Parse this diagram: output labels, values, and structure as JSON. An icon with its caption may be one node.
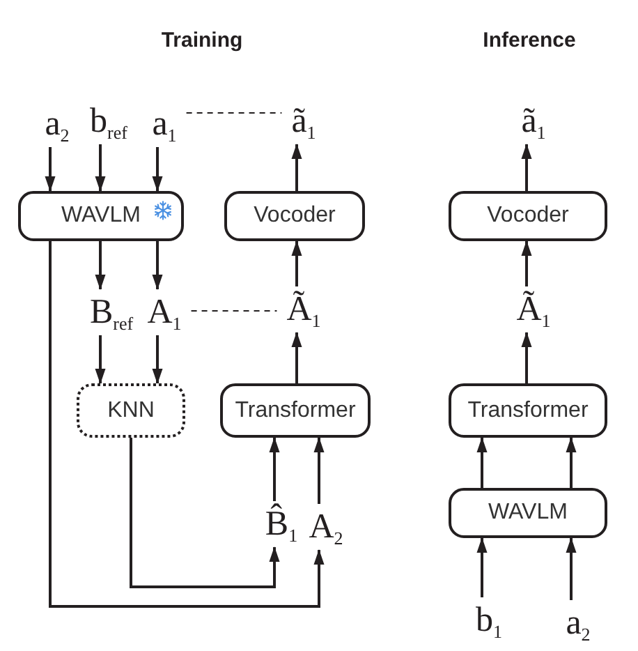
{
  "diagram": {
    "nodes": [
      {
        "text": [
          "a$_{2}$"
        ]
      },
      {
        "text": [
          "b$_{ref}$"
        ]
      },
      {
        "text": [
          "a$_{1}$"
        ]
      },
      {
        "text": [
          "ã$_{1}$"
        ]
      },
      {
        "text": [
          "WAVLM"
        ]
      },
      {
        "text": [
          "Vocoder"
        ]
      },
      {
        "text": [
          "B$_{ref}$"
        ]
      },
      {
        "text": [
          "A$_{1}$"
        ]
      },
      {
        "text": [
          "Ã$_{1}$"
        ]
      },
      {
        "text": [
          "KNN"
        ]
      },
      {
        "text": [
          "Transformer"
        ]
      },
      {
        "text": [
          "B̂$_{1}$"
        ]
      },
      {
        "text": [
          "A$_{2}$"
        ]
      },
      {
        "text": [
          "ã$_{1}$"
        ]
      },
      {
        "text": [
          "Vocoder"
        ]
      },
      {
        "text": [
          "Ã$_{1}$"
        ]
      },
      {
        "text": [
          "Transformer"
        ]
      },
      {
        "text": [
          "WAVLM"
        ]
      },
      {
        "text": [
          "b$_{1}$"
        ]
      },
      {
        "text": [
          "a$_{2}$"
        ]
      }
    ],
    "edges": [
      {
        "from": 0,
        "to": 4,
        "arrow": "to"
      },
      {
        "from": 1,
        "to": 4,
        "arrow": "to"
      },
      {
        "from": 2,
        "to": 4,
        "arrow": "to"
      },
      {
        "from": 2,
        "to": 3,
        "arrow": "none",
        "style": "dashed"
      },
      {
        "from": 5,
        "to": 3,
        "arrow": "to"
      },
      {
        "from": 4,
        "to": 6,
        "arrow": "to"
      },
      {
        "from": 4,
        "to": 7,
        "arrow": "to"
      },
      {
        "from": 4,
        "to": 12,
        "arrow": "to"
      },
      {
        "from": 8,
        "to": 5,
        "arrow": "to"
      },
      {
        "from": 7,
        "to": 8,
        "arrow": "none",
        "style": "dashed"
      },
      {
        "from": 6,
        "to": 9,
        "arrow": "to"
      },
      {
        "from": 7,
        "to": 9,
        "arrow": "to"
      },
      {
        "from": 10,
        "to": 8,
        "arrow": "to"
      },
      {
        "from": 9,
        "to": 11,
        "arrow": "to"
      },
      {
        "from": 11,
        "to": 10,
        "arrow": "to"
      },
      {
        "from": 12,
        "to": 10,
        "arrow": "to"
      },
      {
        "from": 14,
        "to": 13,
        "arrow": "to"
      },
      {
        "from": 15,
        "to": 14,
        "arrow": "to"
      },
      {
        "from": 16,
        "to": 15,
        "arrow": "to"
      },
      {
        "from": 17,
        "to": 16,
        "arrow": "to"
      },
      {
        "from": 17,
        "to": 16,
        "arrow": "to"
      },
      {
        "from": 18,
        "to": 17,
        "arrow": "to"
      },
      {
        "from": 19,
        "to": 17,
        "arrow": "to"
      }
    ],
    "labels": [
      "Training",
      "Inference"
    ]
  }
}
